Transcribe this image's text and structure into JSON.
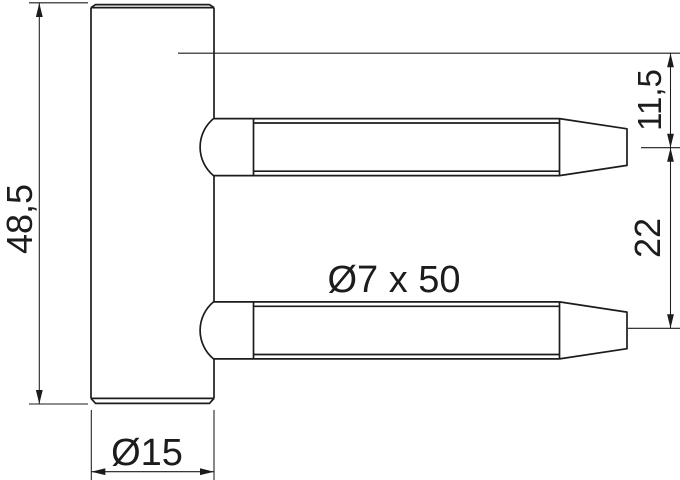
{
  "drawing": {
    "background": "#ffffff",
    "line_color": "#1c1c1c",
    "dimensions": {
      "body_height": "48,5",
      "body_diameter": "Ø15",
      "pin_spec": "Ø7 x 50",
      "pin_offset_from_reference": "11,5",
      "pin_spacing": "22"
    }
  }
}
